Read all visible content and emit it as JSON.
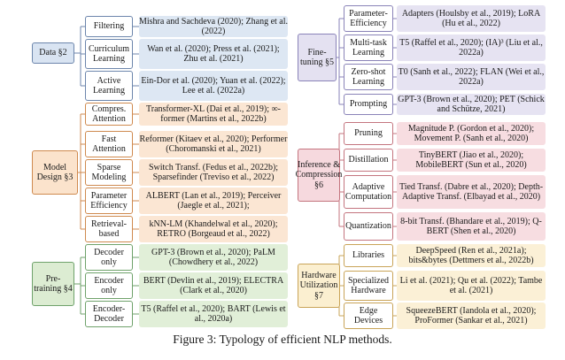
{
  "caption": "Figure 3: Typology of efficient NLP methods.",
  "groups": [
    {
      "id": "data",
      "label": "Data §2",
      "theme": "blue",
      "colors": {
        "fill": "#d9e4f2",
        "line": "#6d86ac"
      },
      "children": [
        {
          "label": "Filtering",
          "leaf": "Mishra and Sachdeva (2020); Zhang et al. (2022)"
        },
        {
          "label": "Curriculum Learning",
          "leaf": "Wan et al. (2020); Press et al. (2021); Zhu et al. (2021)"
        },
        {
          "label": "Active Learning",
          "leaf": "Ein-Dor et al. (2020); Yuan et al. (2022); Lee et al. (2022a)"
        }
      ]
    },
    {
      "id": "model",
      "label": "Model Design §3",
      "theme": "orange",
      "colors": {
        "fill": "#fbe3cc",
        "line": "#cf8a4f"
      },
      "children": [
        {
          "label": "Compres. Attention",
          "leaf": "Transformer-XL (Dai et al., 2019); ∞-former (Martins et al., 2022b)"
        },
        {
          "label": "Fast Attention",
          "leaf": "Reformer (Kitaev et al., 2020); Performer (Choromanski et al., 2021)"
        },
        {
          "label": "Sparse Modeling",
          "leaf": "Switch Transf. (Fedus et al., 2022b); Sparsefinder (Treviso et al., 2022)"
        },
        {
          "label": "Parameter Efficiency",
          "leaf": "ALBERT (Lan et al., 2019); Perceiver (Jaegle et al., 2021);"
        },
        {
          "label": "Retrieval-based",
          "leaf": "kNN-LM (Khandelwal et al., 2020); RETRO (Borgeaud et al., 2022)"
        }
      ]
    },
    {
      "id": "pretrain",
      "label": "Pre-training §4",
      "theme": "green",
      "colors": {
        "fill": "#dcecd2",
        "line": "#6fa26b"
      },
      "children": [
        {
          "label": "Decoder only",
          "leaf": "GPT-3 (Brown et al., 2020); PaLM (Chowdhery et al., 2022)"
        },
        {
          "label": "Encoder only",
          "leaf": "BERT (Devlin et al., 2019); ELECTRA (Clark et al., 2020)"
        },
        {
          "label": "Encoder-Decoder",
          "leaf": "T5 (Raffel et al., 2020); BART (Lewis et al., 2020a)"
        }
      ]
    },
    {
      "id": "finetune",
      "label": "Fine-tuning §5",
      "theme": "lav",
      "colors": {
        "fill": "#e4e1f1",
        "line": "#8a83b8"
      },
      "children": [
        {
          "label": "Parameter-Efficiency",
          "leaf": "Adapters (Houlsby et al., 2019); LoRA (Hu et al., 2022)"
        },
        {
          "label": "Multi-task Learning",
          "leaf": "T5 (Raffel et al., 2020); (IA)³ (Liu et al., 2022a)"
        },
        {
          "label": "Zero-shot Learning",
          "leaf": "T0 (Sanh et al., 2022); FLAN (Wei et al., 2022a)"
        },
        {
          "label": "Prompting",
          "leaf": "GPT-3 (Brown et al., 2020); PET (Schick and Schütze, 2021)"
        }
      ]
    },
    {
      "id": "inference",
      "label": "Inference & Compression §6",
      "theme": "pink",
      "colors": {
        "fill": "#f6d9de",
        "line": "#c4757f"
      },
      "children": [
        {
          "label": "Pruning",
          "leaf": "Magnitude P. (Gordon et al., 2020); Movement P. (Sanh et al., 2020)"
        },
        {
          "label": "Distillation",
          "leaf": "TinyBERT (Jiao et al., 2020); MobileBERT (Sun et al., 2020)"
        },
        {
          "label": "Adaptive Computation",
          "leaf": "Tied Transf. (Dabre et al., 2020); Depth-Adaptive Transf. (Elbayad et al., 2020)"
        },
        {
          "label": "Quantization",
          "leaf": "8-bit Transf. (Bhandare et al., 2019); Q-BERT (Shen et al., 2020)"
        }
      ]
    },
    {
      "id": "hardware",
      "label": "Hardware Utilization §7",
      "theme": "yellow",
      "colors": {
        "fill": "#fbefd0",
        "line": "#c9a458"
      },
      "children": [
        {
          "label": "Libraries",
          "leaf": "DeepSpeed (Ren et al., 2021a); bits&bytes (Dettmers et al., 2022b)"
        },
        {
          "label": "Specialized Hardware",
          "leaf": "Li et al. (2021); Qu et al. (2022); Tambe et al. (2021)"
        },
        {
          "label": "Edge Devices",
          "leaf": "SqueezeBERT (Iandola et al., 2020); ProFormer (Sankar et al., 2021)"
        }
      ]
    }
  ]
}
